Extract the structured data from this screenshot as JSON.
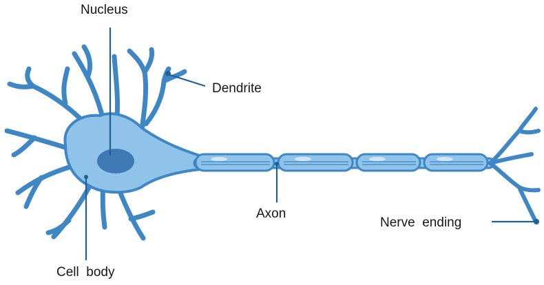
{
  "labels": {
    "nucleus": "Nucleus",
    "dendrite": "Dendrite",
    "axon": "Axon",
    "nerve_ending": "Nerve  ending",
    "cell_body": "Cell  body"
  },
  "colors": {
    "cell_fill": "#8fc3ea",
    "outline": "#3f87c4",
    "nucleus": "#3e79b6",
    "axon_highlight": "#cfe6f7",
    "pointer": "#1f5f9a",
    "text": "#161616"
  }
}
